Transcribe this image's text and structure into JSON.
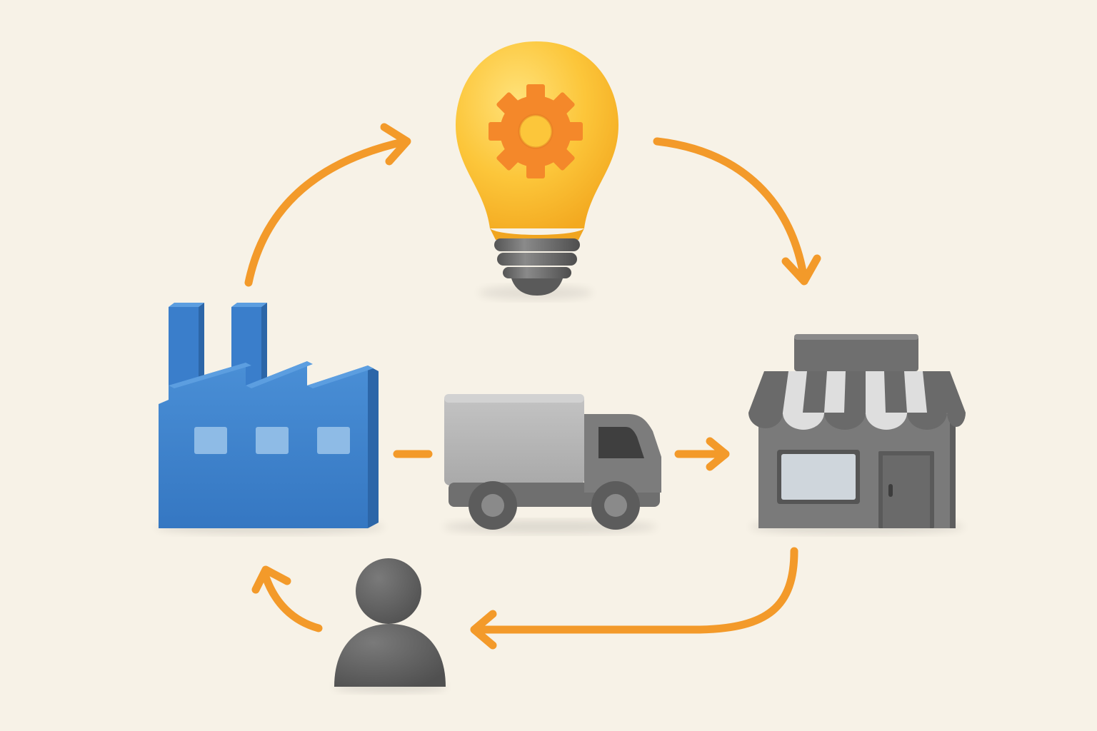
{
  "diagram": {
    "nodes": [
      {
        "id": "idea",
        "icon": "lightbulb-gear-icon"
      },
      {
        "id": "factory",
        "icon": "factory-icon"
      },
      {
        "id": "truck",
        "icon": "delivery-truck-icon"
      },
      {
        "id": "store",
        "icon": "storefront-icon"
      },
      {
        "id": "customer",
        "icon": "person-icon"
      }
    ],
    "edges": [
      {
        "from": "factory",
        "to": "idea"
      },
      {
        "from": "idea",
        "to": "store"
      },
      {
        "from": "factory",
        "to": "truck"
      },
      {
        "from": "truck",
        "to": "store"
      },
      {
        "from": "store",
        "to": "customer"
      },
      {
        "from": "customer",
        "to": "factory"
      }
    ]
  },
  "colors": {
    "background": "#f7f2e7",
    "arrow": "#f39a2a",
    "bulb": "#fbbf2e",
    "gear": "#f4882a",
    "factory": "#3f83cc",
    "window": "#8ebbe6",
    "gray_dark": "#5d5d5d",
    "gray_mid": "#7c7c7c",
    "gray_light": "#b9b9b9",
    "awning_white": "#dedede"
  }
}
